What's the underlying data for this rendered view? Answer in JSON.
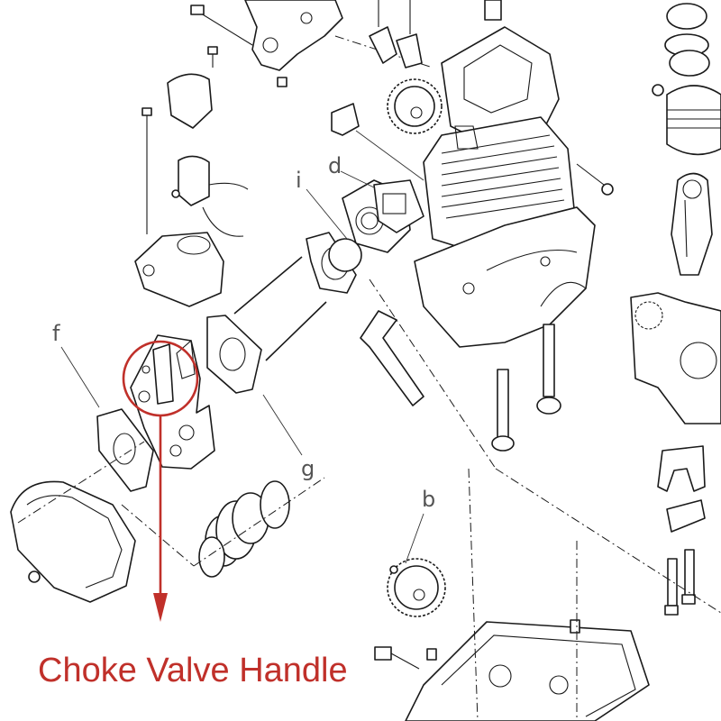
{
  "caption": "Choke Valve Handle",
  "colors": {
    "highlight": "#c0302a",
    "ink": "#1a1a1a",
    "label": "#555555"
  },
  "labels": {
    "f": "f",
    "g": "g",
    "i": "i",
    "d": "d",
    "b": "b"
  },
  "highlight": {
    "target": "choke-valve-handle"
  }
}
